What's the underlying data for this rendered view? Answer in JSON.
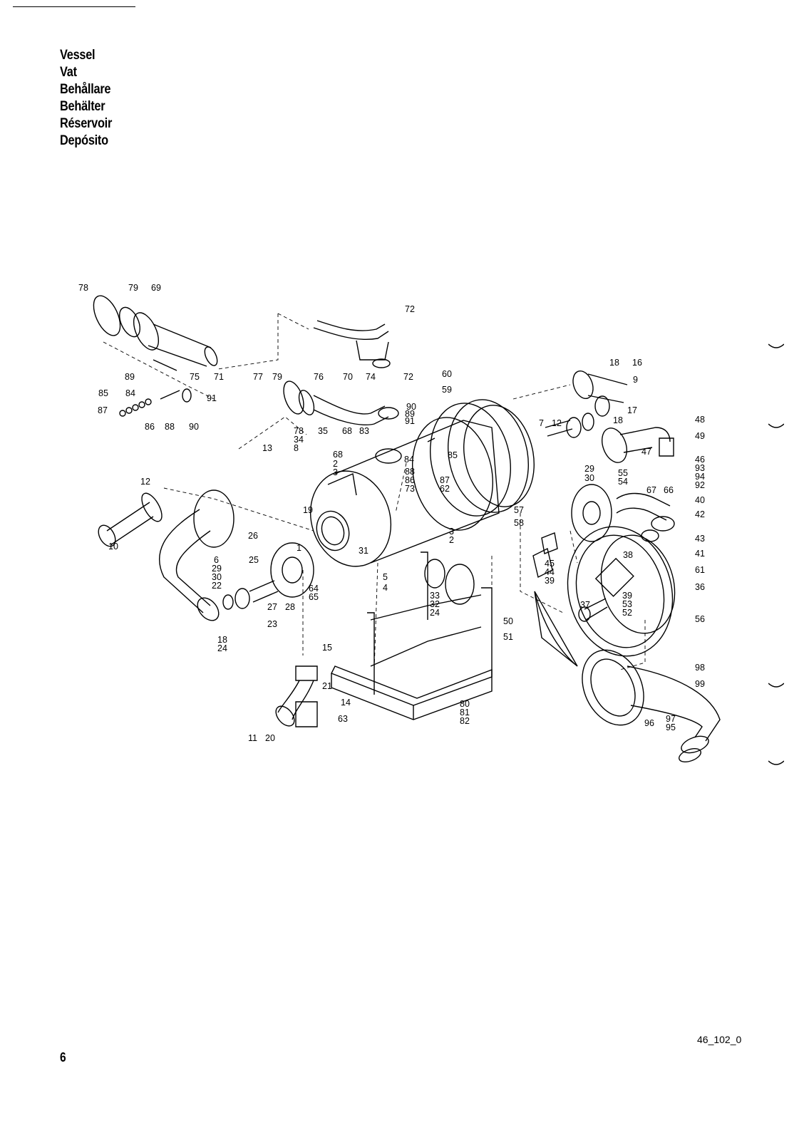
{
  "titles": [
    "Vessel",
    "Vat",
    "Behållare",
    "Behälter",
    "Réservoir",
    "Depósito"
  ],
  "labels": [
    "78",
    "79",
    "69",
    "72",
    "75",
    "71",
    "89",
    "85",
    "84",
    "87",
    "86",
    "88",
    "90",
    "91",
    "77",
    "79",
    "76",
    "70",
    "74",
    "72",
    "60",
    "59",
    "90",
    "89",
    "91",
    "78",
    "34",
    "8",
    "35",
    "68",
    "83",
    "68",
    "2",
    "3",
    "84",
    "85",
    "88",
    "86",
    "73",
    "87",
    "62",
    "13",
    "19",
    "12",
    "10",
    "26",
    "1",
    "25",
    "31",
    "3",
    "2",
    "5",
    "4",
    "6",
    "29",
    "30",
    "22",
    "27",
    "28",
    "23",
    "18",
    "24",
    "64",
    "65",
    "33",
    "32",
    "24",
    "15",
    "21",
    "14",
    "63",
    "11",
    "20",
    "80",
    "81",
    "82",
    "57",
    "58",
    "45",
    "44",
    "39",
    "50",
    "51",
    "18",
    "16",
    "9",
    "17",
    "7",
    "12",
    "18",
    "48",
    "49",
    "47",
    "46",
    "93",
    "94",
    "92",
    "29",
    "30",
    "55",
    "54",
    "67",
    "66",
    "40",
    "42",
    "43",
    "41",
    "38",
    "61",
    "36",
    "56",
    "39",
    "53",
    "52",
    "37",
    "98",
    "99",
    "96",
    "97",
    "95"
  ],
  "footer": {
    "page_number": "6",
    "doc_code": "46_102_0"
  }
}
